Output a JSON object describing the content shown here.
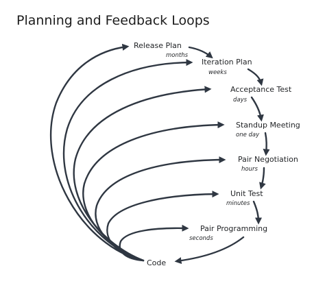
{
  "title": "Planning and Feedback Loops",
  "stages": [
    {
      "label": "Release Plan",
      "period": "months"
    },
    {
      "label": "Iteration Plan",
      "period": "weeks"
    },
    {
      "label": "Acceptance Test",
      "period": "days"
    },
    {
      "label": "Standup Meeting",
      "period": "one day"
    },
    {
      "label": "Pair Negotiation",
      "period": "hours"
    },
    {
      "label": "Unit Test",
      "period": "minutes"
    },
    {
      "label": "Pair Programming",
      "period": "seconds"
    }
  ],
  "origin": {
    "label": "Code"
  },
  "colors": {
    "arrow": "#2f3742",
    "text": "#1f2124"
  }
}
